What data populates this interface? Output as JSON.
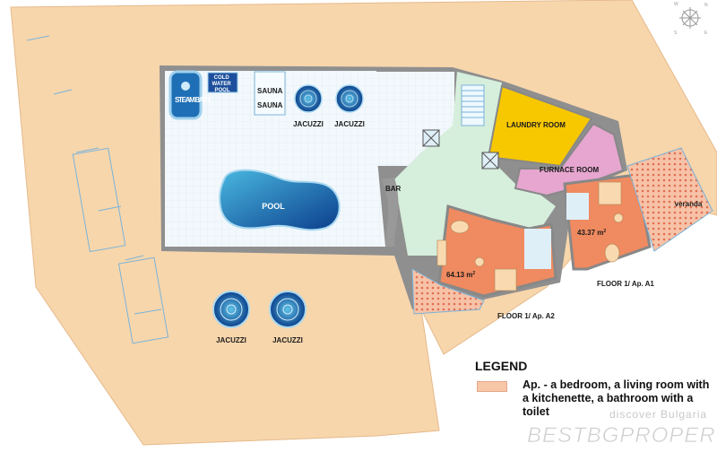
{
  "rooms": {
    "steam_bath": "STEAM BATH",
    "cold_water_pool": [
      "COLD",
      "WATER",
      "POOL"
    ],
    "sauna_1": "SAUNA",
    "sauna_2": "SAUNA",
    "jacuzzi_1": "JACUZZI",
    "jacuzzi_2": "JACUZZI",
    "jacuzzi_3": "JACUZZI",
    "jacuzzi_4": "JACUZZI",
    "pool": "POOL",
    "bar": "BAR",
    "laundry": "LAUNDRY ROOM",
    "furnace": "FURNACE ROOM",
    "veranda": "veranda"
  },
  "apartments": {
    "a1": {
      "area": "43.37 m",
      "sup": "2",
      "label": "FLOOR  1/ Ap. A1"
    },
    "a2": {
      "area": "64.13 m",
      "sup": "2",
      "label": "FLOOR  1/ Ap. A2"
    }
  },
  "legend": {
    "title": "LEGEND",
    "entry": "Ap. - a bedroom, a living room with a kitchenette, a bathroom with a toilet",
    "swatch_color": "#F8C7A8"
  },
  "compass": {
    "n": "N",
    "w": "W",
    "e": "E",
    "s": "S"
  },
  "watermark": {
    "line1": "discover Bulgaria",
    "line2": "BESTBGPROPERTIES"
  },
  "colors": {
    "terrace": "#F7D6AC",
    "floor": "#EEF6FB",
    "corridor": "#D6EEDC",
    "laundry": "#F7C700",
    "furnace": "#E6A6CF",
    "apartment": "#F08A60",
    "water": "#1E6FB5"
  }
}
